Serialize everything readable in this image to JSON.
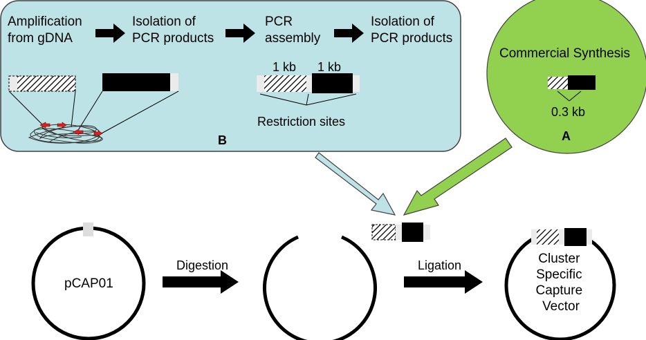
{
  "panel_b": {
    "step1": [
      "Amplification",
      "from gDNA"
    ],
    "step2": [
      "Isolation of",
      "PCR products"
    ],
    "step3": [
      "PCR",
      "assembly"
    ],
    "step4": [
      "Isolation of",
      "PCR products"
    ],
    "fragment1_size": "1 kb",
    "fragment2_size": "1 kb",
    "restriction_label": "Restriction sites",
    "panel_letter": "B"
  },
  "panel_a": {
    "title": "Commercial Synthesis",
    "fragment_size": "0.3 kb",
    "panel_letter": "A"
  },
  "bottom": {
    "vector_name": "pCAP01",
    "digestion_label": "Digestion",
    "ligation_label": "Ligation",
    "product_label": [
      "Cluster",
      "Specific",
      "Capture",
      "Vector"
    ]
  },
  "colors": {
    "panel_b_fill": "#bde3e6",
    "panel_a_fill": "#92d050",
    "light_arrow": "#bde3e6",
    "green_arrow": "#92d050",
    "primer_red": "#e02020"
  }
}
